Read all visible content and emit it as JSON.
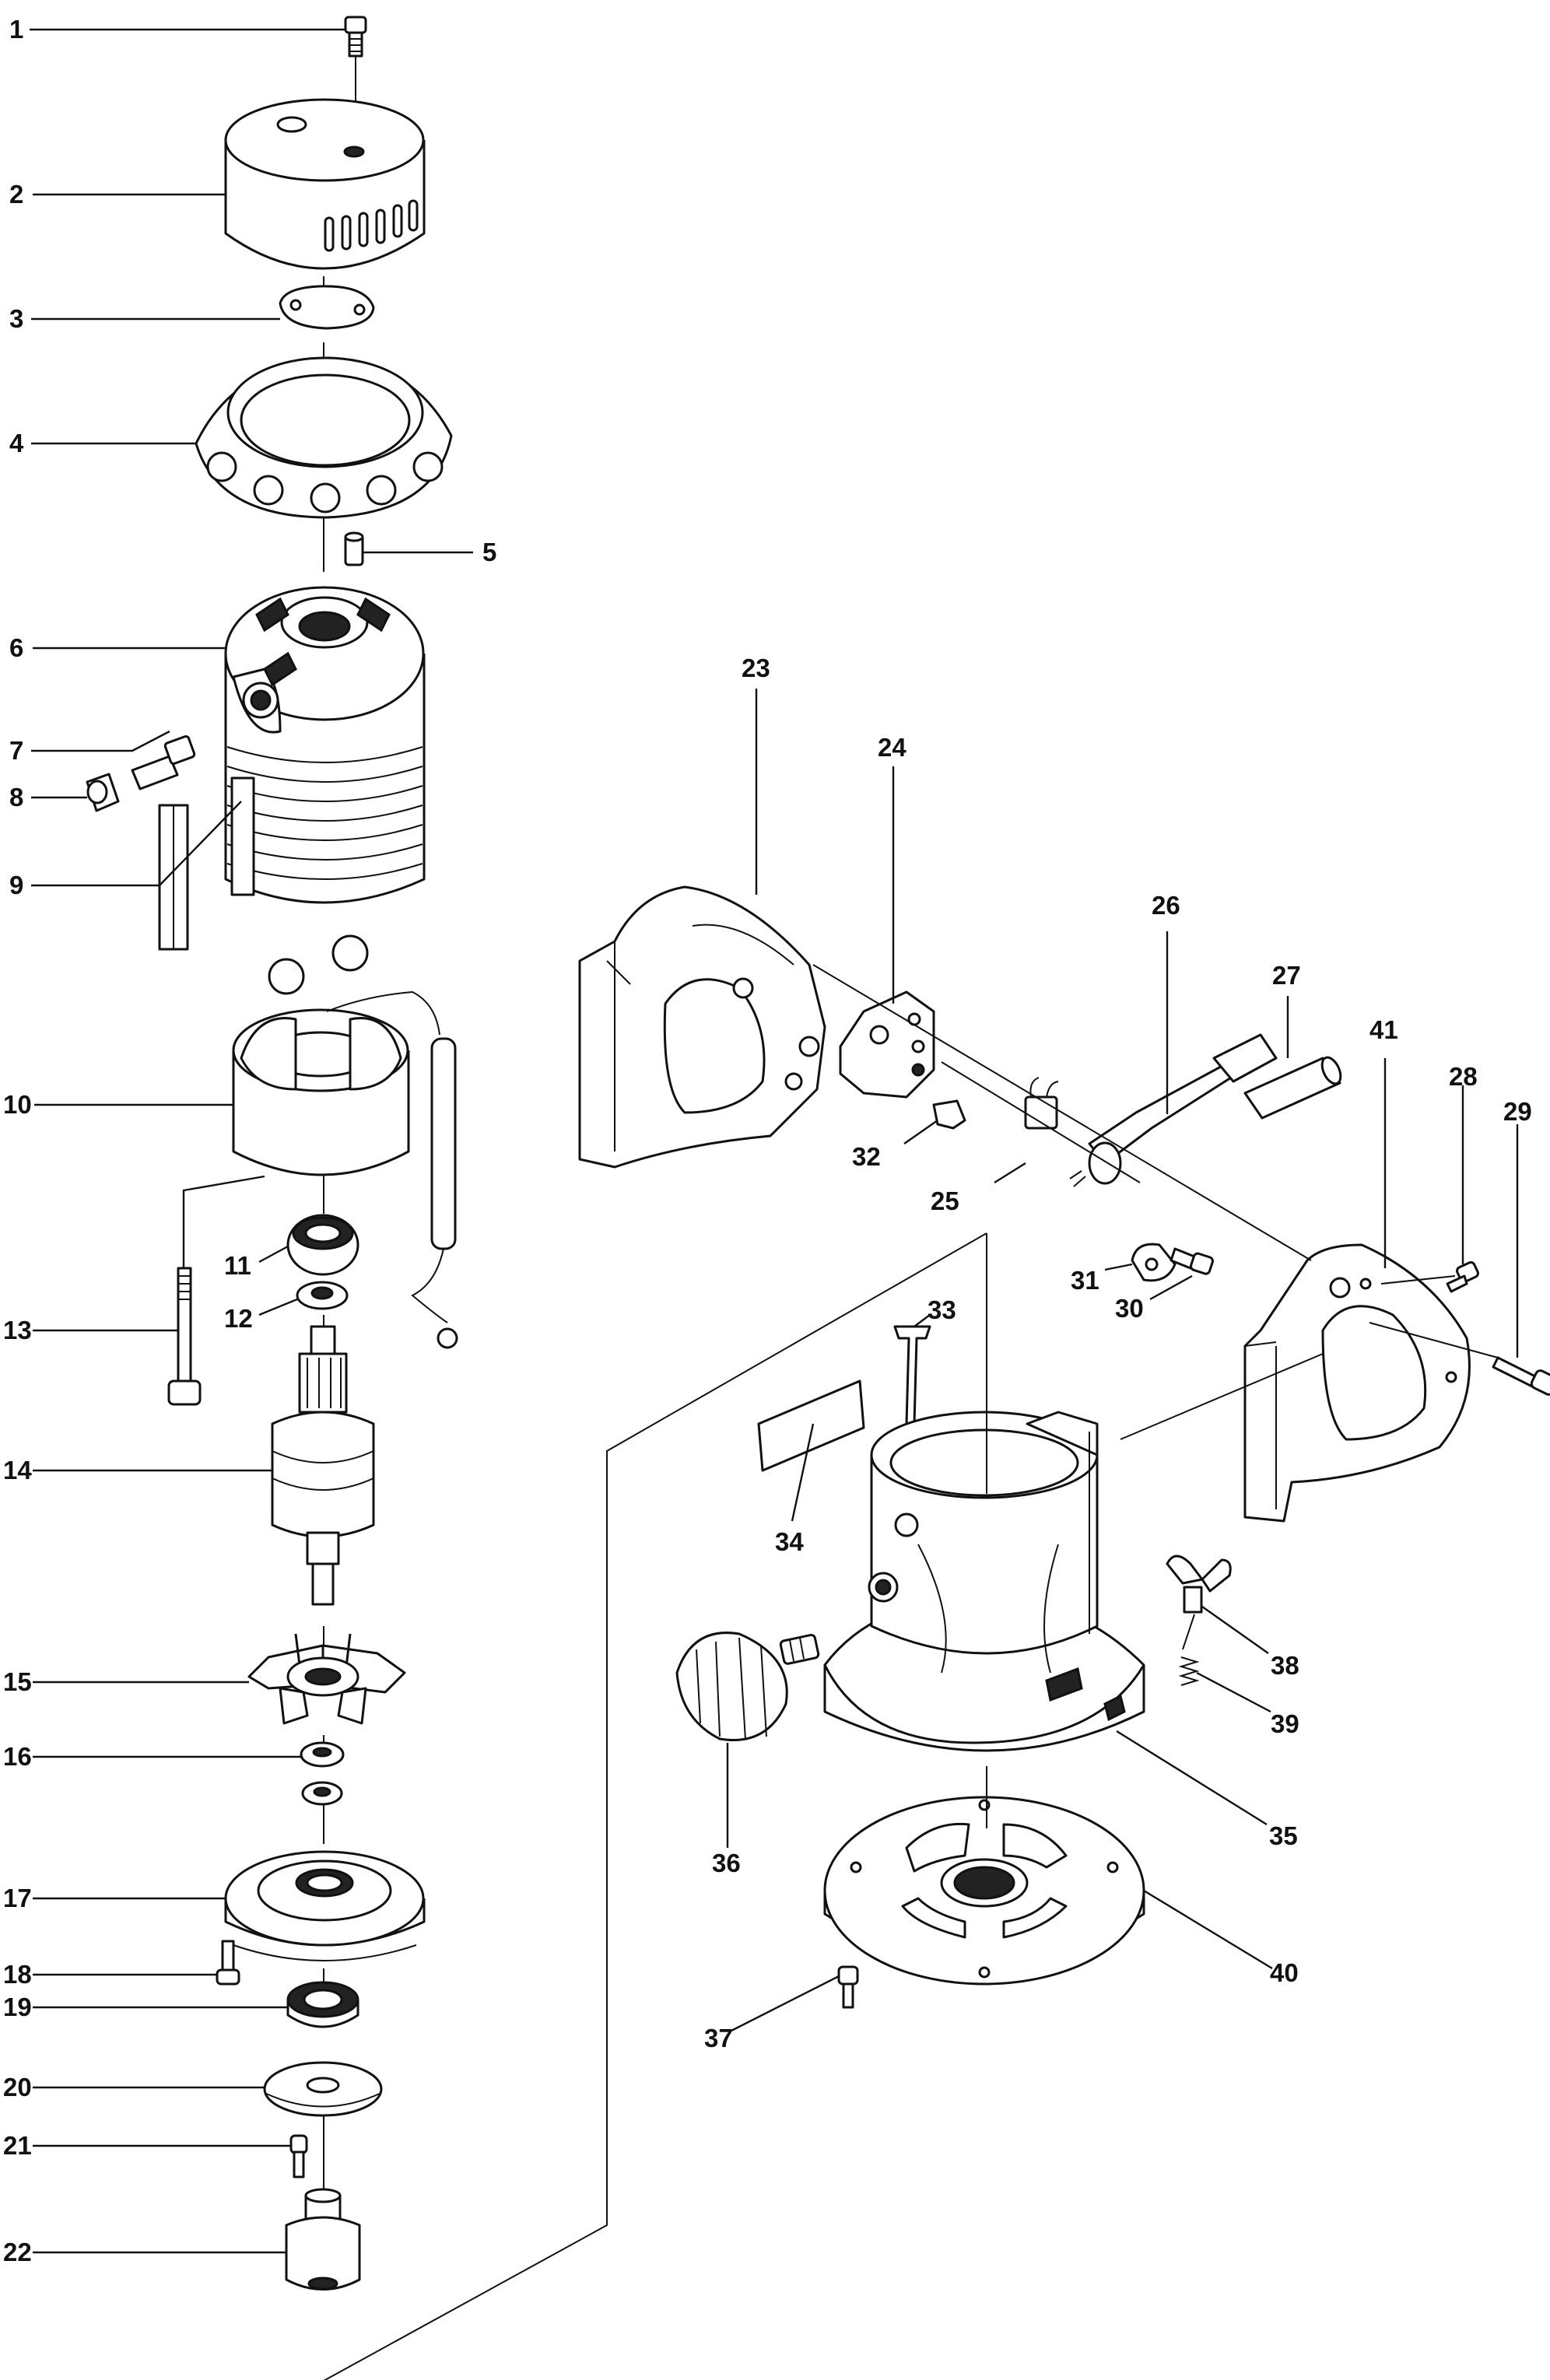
{
  "diagram": {
    "parts": [
      {
        "num": "1"
      },
      {
        "num": "2"
      },
      {
        "num": "3"
      },
      {
        "num": "4"
      },
      {
        "num": "5"
      },
      {
        "num": "6"
      },
      {
        "num": "7"
      },
      {
        "num": "8"
      },
      {
        "num": "9"
      },
      {
        "num": "10"
      },
      {
        "num": "11"
      },
      {
        "num": "12"
      },
      {
        "num": "13"
      },
      {
        "num": "14"
      },
      {
        "num": "15"
      },
      {
        "num": "16"
      },
      {
        "num": "17"
      },
      {
        "num": "18"
      },
      {
        "num": "19"
      },
      {
        "num": "20"
      },
      {
        "num": "21"
      },
      {
        "num": "22"
      },
      {
        "num": "23"
      },
      {
        "num": "24"
      },
      {
        "num": "25"
      },
      {
        "num": "26"
      },
      {
        "num": "27"
      },
      {
        "num": "28"
      },
      {
        "num": "29"
      },
      {
        "num": "30"
      },
      {
        "num": "31"
      },
      {
        "num": "32"
      },
      {
        "num": "33"
      },
      {
        "num": "34"
      },
      {
        "num": "35"
      },
      {
        "num": "36"
      },
      {
        "num": "37"
      },
      {
        "num": "38"
      },
      {
        "num": "39"
      },
      {
        "num": "40"
      },
      {
        "num": "41"
      }
    ]
  }
}
